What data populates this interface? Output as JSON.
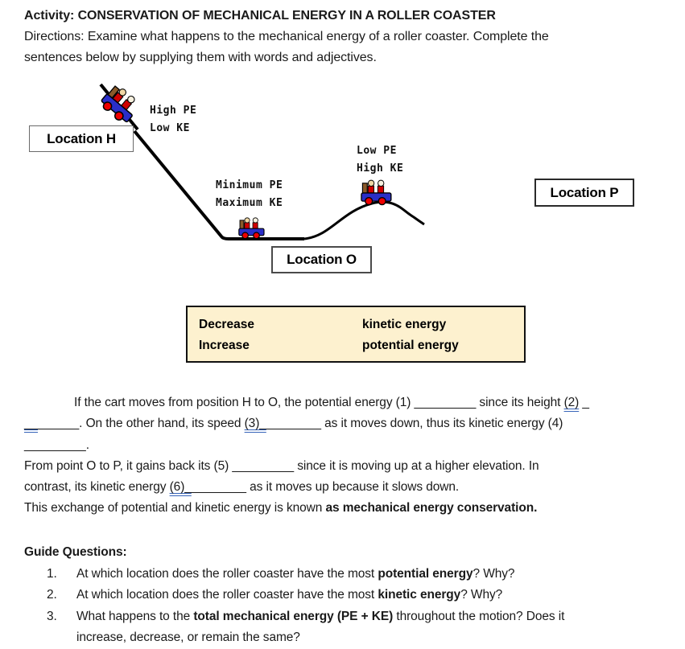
{
  "header": {
    "activity_label": "Activity:",
    "title": "CONSERVATION OF MECHANICAL ENERGY IN A ROLLER COASTER",
    "directions_line1": "Directions: Examine what happens to the mechanical energy of a roller coaster. Complete the",
    "directions_line2": "sentences below by supplying them with words and adjectives."
  },
  "diagram": {
    "location_h": "Location H",
    "location_o": "Location O",
    "location_p": "Location P",
    "label_top_line1": "High PE",
    "label_top_line2": "Low KE",
    "label_bottom_line1": "Minimum PE",
    "label_bottom_line2": "Maximum KE",
    "label_hill_line1": "Low PE",
    "label_hill_line2": "High KE",
    "track_color": "#000000",
    "cart_body_color": "#2a2ec9",
    "cart_wheel_color": "#ee0000",
    "cart_seat_color": "#8a5a2a"
  },
  "word_bank": {
    "background_color": "#fdf1cf",
    "column1": [
      "Decrease",
      "Increase"
    ],
    "column2": [
      "kinetic energy",
      "potential energy"
    ]
  },
  "fill_in": {
    "grammar_underline_color": "#3562b8",
    "line1_a": "If the cart moves from position H to O, the potential energy (1) ",
    "line1_blank1": "_________",
    "line1_b": " since its height ",
    "line1_blank2": "(2)",
    "line1_blank2_tail": " _",
    "line2_lead_blank": "__",
    "line2_lead_blank_rest": "______",
    "line2_a": ". On the other hand, its speed ",
    "line2_blank3": "(3)_",
    "line2_blank3_rest": "________",
    "line2_b": " as it moves down, thus its kinetic energy (4)",
    "line3_blank4": "_________",
    "line3_end": ".",
    "line4_a": "From point O to P, it gains back its (5) ",
    "line4_blank5": "_________",
    "line4_b": " since it is moving up at a higher elevation. In",
    "line5_a": "contrast, its kinetic energy ",
    "line5_blank6": "(6)_",
    "line5_blank6_rest": "________",
    "line5_b": " as it moves up because it slows down.",
    "line6_a": "This exchange of potential and kinetic energy is known ",
    "line6_bold": "as mechanical energy conservation",
    "line6_end": "."
  },
  "guide_questions": {
    "header": "Guide Questions:",
    "items": [
      {
        "number": "1.",
        "text_pre": "At which location does the roller coaster have the most ",
        "text_bold": "potential energy",
        "text_post": "? Why?"
      },
      {
        "number": "2.",
        "text_pre": "At which location does the roller coaster have the most ",
        "text_bold": "kinetic energy",
        "text_post": "? Why?"
      },
      {
        "number": "3.",
        "text_pre": "What happens to the ",
        "text_bold": "total mechanical energy (PE + KE)",
        "text_post": " throughout the motion? Does it",
        "text_line2": "increase, decrease, or remain the same?"
      }
    ]
  }
}
